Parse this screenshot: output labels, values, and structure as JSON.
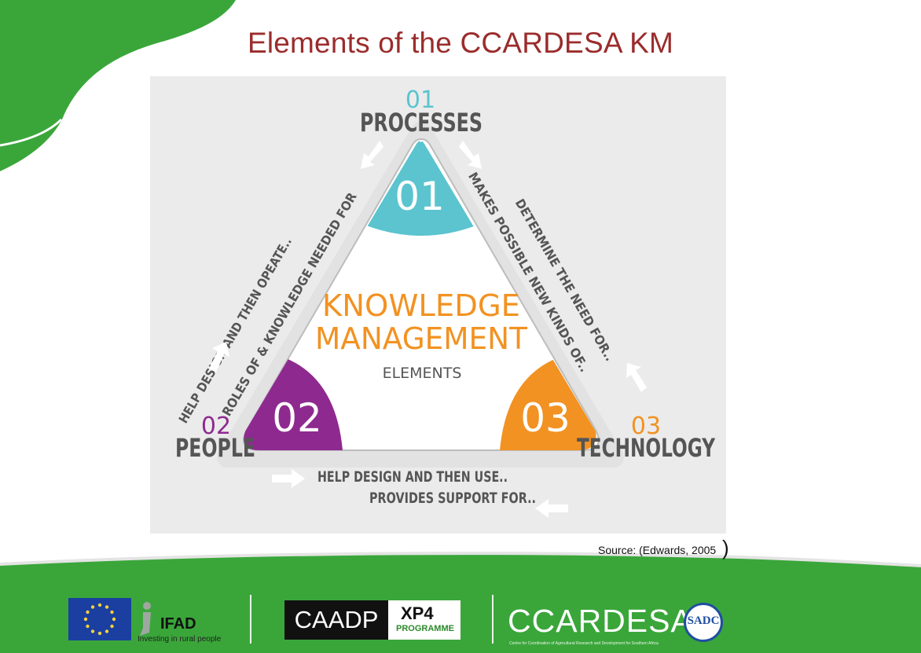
{
  "slide": {
    "title": "Elements of the CCARDESA KM",
    "source": "Source: (Edwards, 2005",
    "source_paren": ")"
  },
  "diagram": {
    "center_title_line1": "KNOWLEDGE",
    "center_title_line2": "MANAGEMENT",
    "center_subtitle": "ELEMENTS",
    "nodes": [
      {
        "number": "01",
        "label": "PROCESSES",
        "color": "#5bc4cf"
      },
      {
        "number": "02",
        "label": "PEOPLE",
        "color": "#8e2a8f"
      },
      {
        "number": "03",
        "label": "TECHNOLOGY",
        "color": "#f29222"
      }
    ],
    "edges": {
      "left_outer": "HELP DESIGN AND THEN OPEATE..",
      "left_inner": "ROLES OF & KNOWLEDGE NEEDED FOR",
      "right_inner": "MAKES POSSIBLE NEW KINDS OF..",
      "right_outer": "DETERMINE THE NEED FOR..",
      "bottom_upper": "HELP DESIGN AND THEN USE..",
      "bottom_lower": "PROVIDES SUPPORT FOR.."
    }
  },
  "footer": {
    "ifad_name": "IFAD",
    "ifad_tagline": "Investing in rural people",
    "caadp": "CAADP",
    "xp4": "XP4",
    "xp4_sub": "PROGRAMME",
    "ccardesa": "CCARDESA",
    "ccardesa_tagline": "Centre for Coordination of Agricultural Research and Development for Southern Africa",
    "sadc": "SADC"
  },
  "colors": {
    "title": "#9b2c2c",
    "green": "#3aa63a",
    "teal": "#5bc4cf",
    "purple": "#8e2a8f",
    "orange": "#f29222",
    "label_grey": "#555555"
  }
}
